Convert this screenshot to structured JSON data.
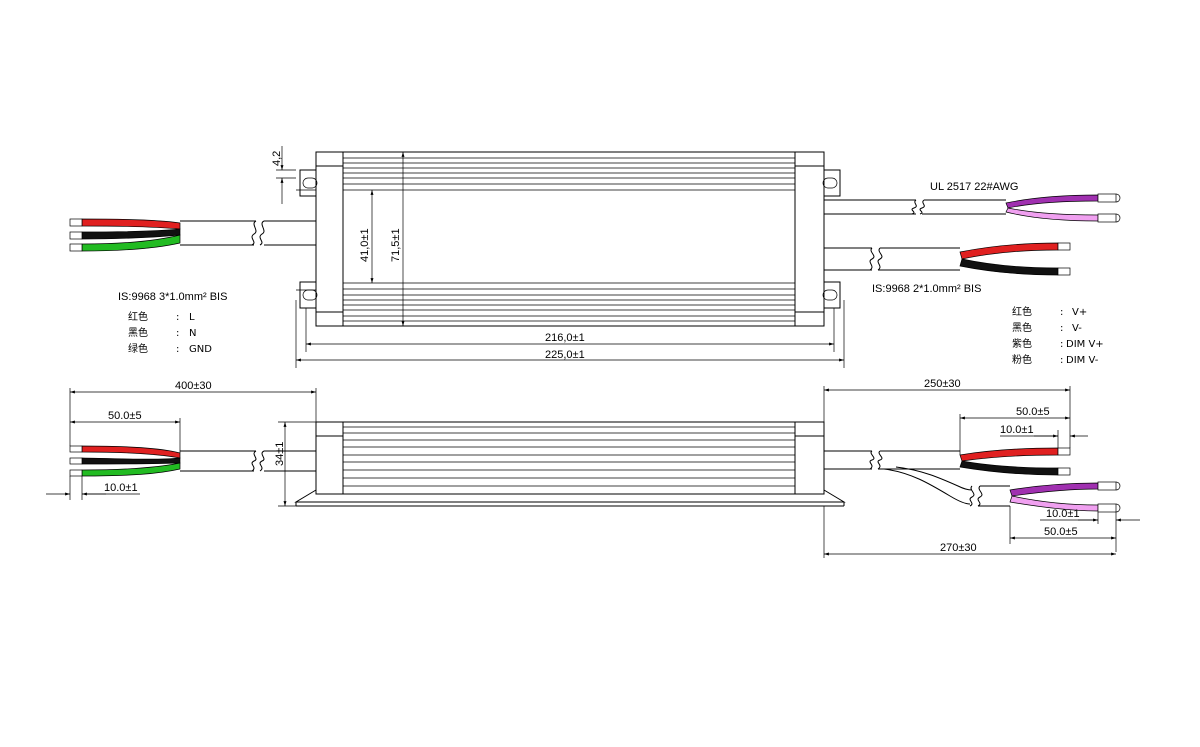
{
  "dimensions": {
    "mount_hole": "4,2",
    "inner_height": "41,0±1",
    "height": "71,5±1",
    "inner_length": "216,0±1",
    "length": "225,0±1",
    "input_cable": "400±30",
    "input_strip": "50.0±5",
    "input_tin": "10.0±1",
    "depth": "34±1",
    "output_cable": "250±30",
    "output_strip": "50.0±5",
    "output_tin": "10.0±1",
    "dim_strip": "50.0±5",
    "dim_tin": "10.0±1",
    "dim_cable": "270±30"
  },
  "input": {
    "spec": "IS:9968  3*1.0mm² BIS",
    "legend": [
      {
        "color": "红色",
        "sep": ":",
        "signal": "L"
      },
      {
        "color": "黑色",
        "sep": ":",
        "signal": "N"
      },
      {
        "color": "绿色",
        "sep": ":",
        "signal": "GND"
      }
    ]
  },
  "output": {
    "dim_spec": "UL 2517  22#AWG",
    "spec": "IS:9968  2*1.0mm² BIS",
    "legend": [
      {
        "color": "红色",
        "sep": ":",
        "signal": "V+"
      },
      {
        "color": "黑色",
        "sep": ":",
        "signal": "V-"
      },
      {
        "color": "紫色",
        "sep": ":",
        "signal": "DIM V+"
      },
      {
        "color": "粉色",
        "sep": ":",
        "signal": "DIM V-"
      }
    ]
  },
  "wire_colors": {
    "red": "#e02020",
    "black": "#111111",
    "green": "#22bb22",
    "purple": "#a030b0",
    "pink": "#f0a0f0"
  }
}
